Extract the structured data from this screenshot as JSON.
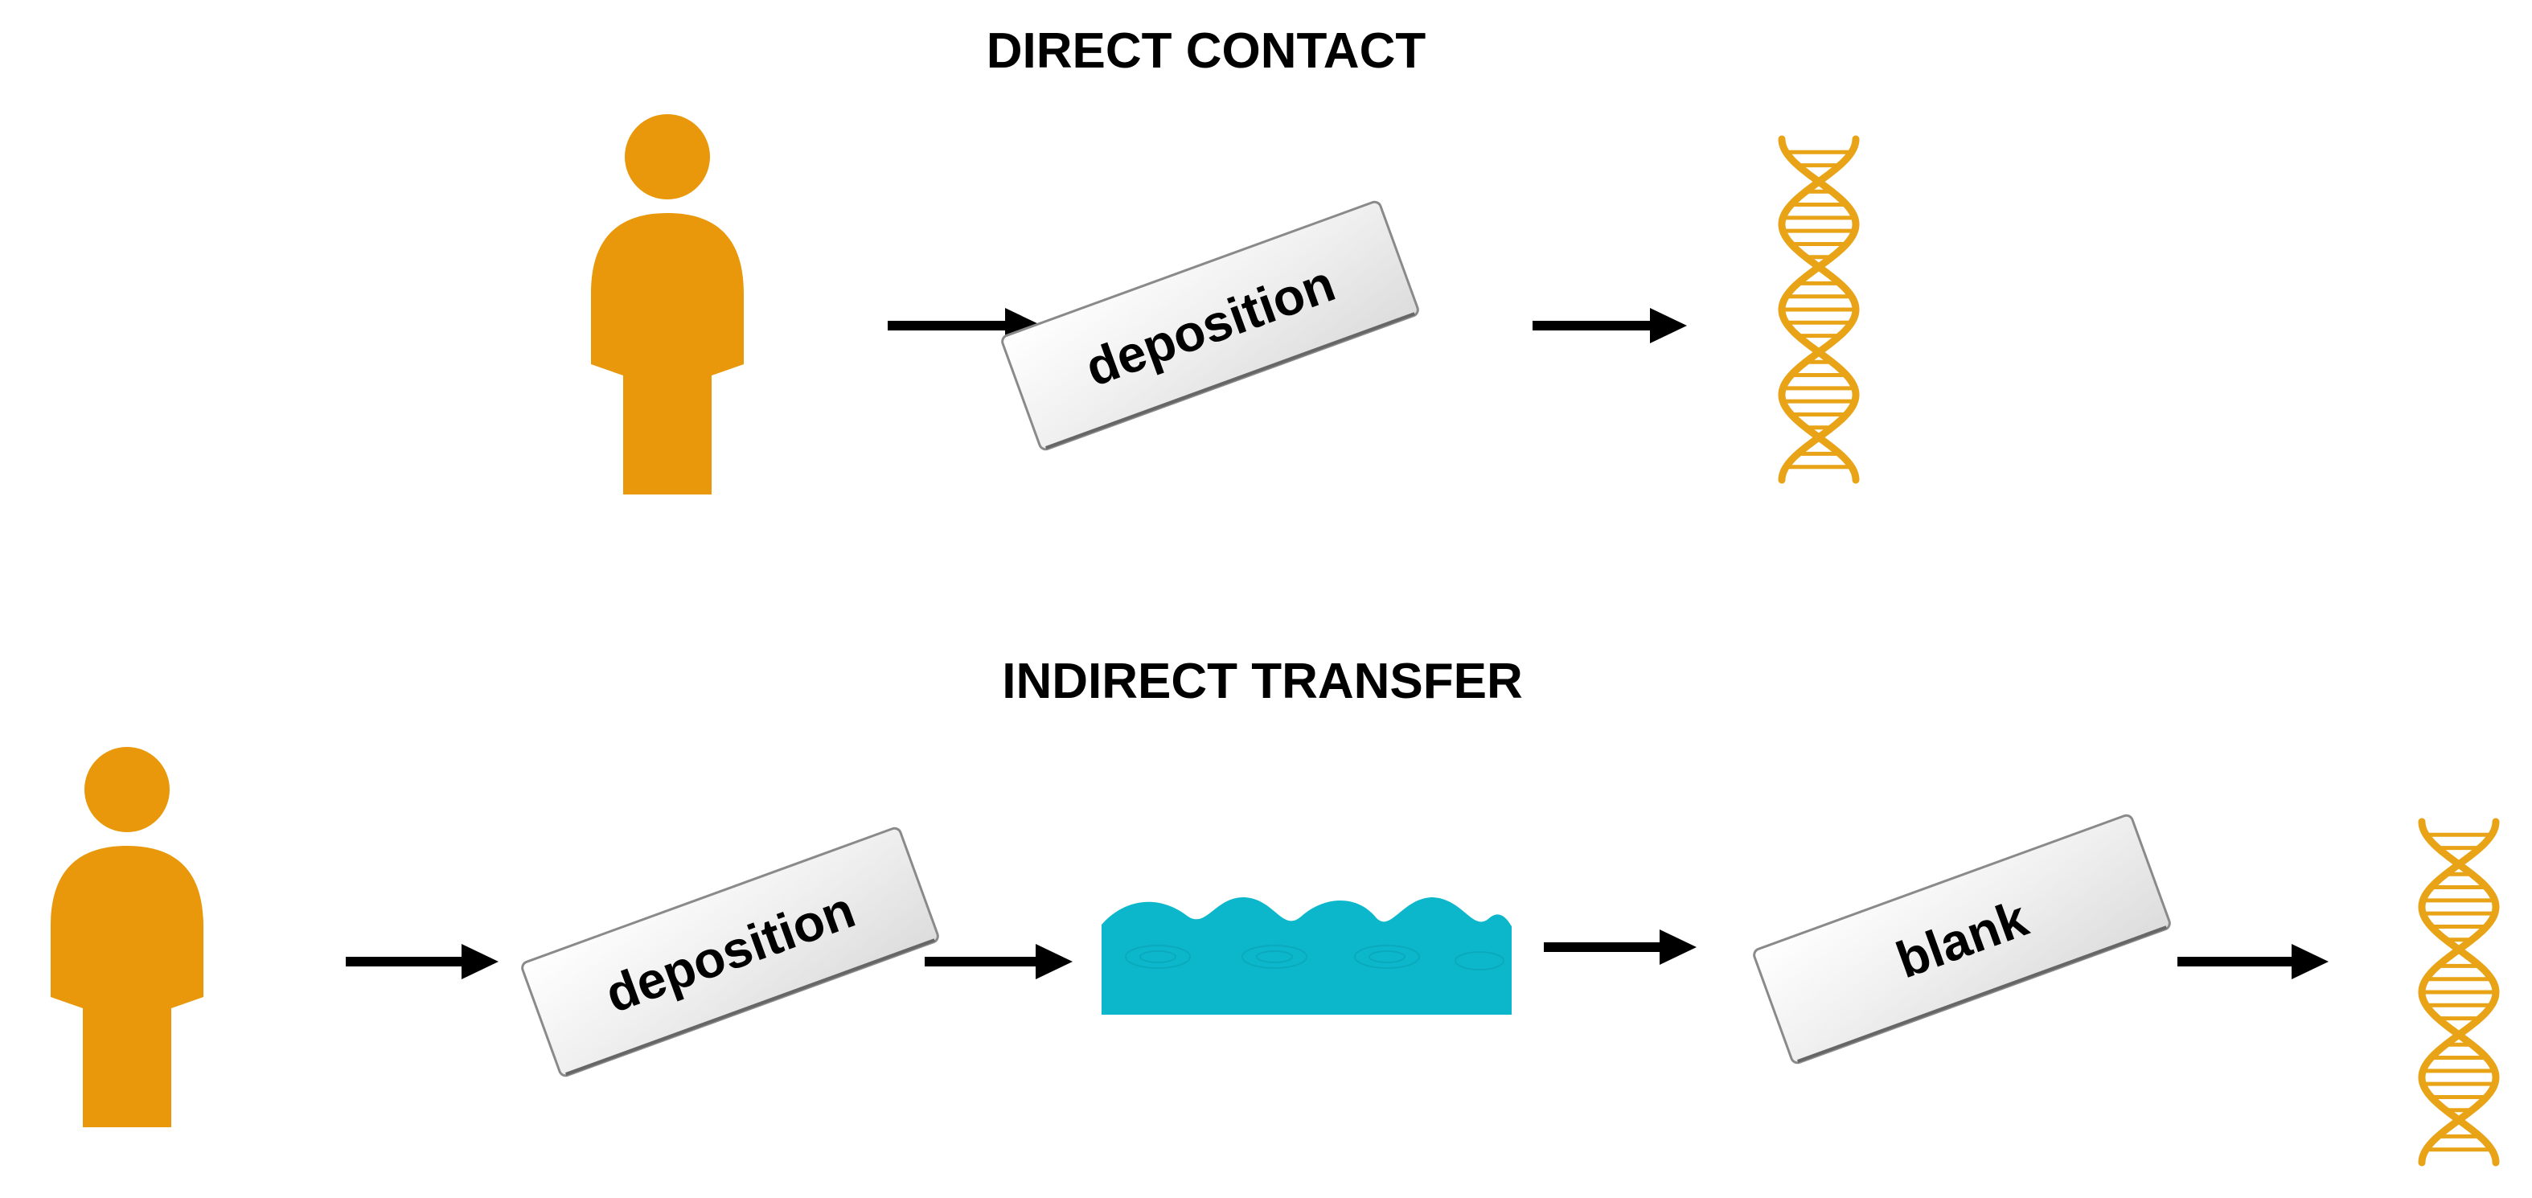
{
  "rows": {
    "direct": {
      "title": "DIRECT CONTACT",
      "steps": [
        "person",
        "arrow",
        "slide",
        "arrow",
        "dna"
      ],
      "slide_label": "deposition"
    },
    "indirect": {
      "title": "INDIRECT TRANSFER",
      "steps": [
        "person",
        "arrow",
        "slide",
        "arrow",
        "water",
        "arrow",
        "slide",
        "arrow",
        "dna"
      ],
      "slide_labels": [
        "deposition",
        "blank"
      ]
    }
  },
  "colors": {
    "person": "#E8980A",
    "dna": "#E8A317",
    "water": "#0CB7CB",
    "arrow": "#000000",
    "slide_fill": "#f4f4f4",
    "slide_stroke": "#8a8a8a",
    "text": "#000000"
  },
  "icons": [
    "person-icon",
    "dna-icon",
    "water-icon",
    "arrow-icon",
    "glass-slide-icon"
  ]
}
